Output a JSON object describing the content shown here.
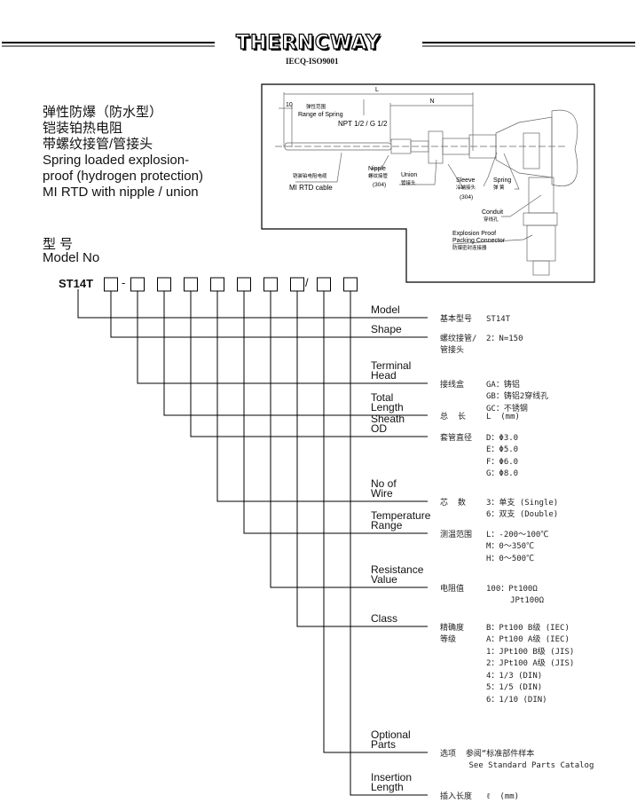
{
  "header": {
    "logo": "THERNCWAY",
    "certification": "IECQ-ISO9001"
  },
  "title_lines": [
    "弹性防爆（防水型）",
    "铠装铂热电阻",
    "带螺纹接管/管接头",
    "Spring loaded explosion-",
    "proof (hydrogen protection)",
    "MI RTD with nipple / union"
  ],
  "model": {
    "heading_cn": "型  号",
    "heading_en": "Model No",
    "code": "ST14T",
    "separators": [
      "-",
      "/"
    ]
  },
  "diagram": {
    "L": "L",
    "N": "N",
    "ten": "10",
    "spring_range_cn": "弹性范围",
    "spring_range": "Range of Spring",
    "thread": "NPT 1/2 / G 1/2",
    "cable_cn": "铠装铂电阻电缆",
    "cable": "MI RTD cable",
    "nipple": "Nipple",
    "nipple_cn": "螺纹接管",
    "nipple_mat": "(304)",
    "union": "Union",
    "union_cn": "管接头",
    "sleeve": "Sleeve",
    "sleeve_cn": "冷端接头",
    "sleeve_mat": "(304)",
    "spring": "Spring",
    "spring_cn": "弹 簧",
    "conduit": "Conduit",
    "conduit_cn": "穿线孔",
    "connector1": "Explosion Proof",
    "connector2": "Packing Connector",
    "connector_cn": "防爆密封连接器"
  },
  "rows": [
    {
      "label": "Model",
      "desc": "基本型号",
      "values": "ST14T"
    },
    {
      "label": "Shape",
      "desc": "螺纹接管/\n管接头",
      "values": "2：N=150"
    },
    {
      "label": "Terminal\nHead",
      "desc": "接线盒",
      "values": "GA：铸铝\nGB：铸铝2穿线孔\nGC：不锈钢"
    },
    {
      "label": "Total\nLength",
      "desc": "总  长",
      "values": "L  (mm)"
    },
    {
      "label": "Sheath\nOD",
      "desc": "套管直径",
      "values": "D：Φ3.0\nE：Φ5.0\nF：Φ6.0\nG：Φ8.0"
    },
    {
      "label": "No of\nWire",
      "desc": "芯  数",
      "values": "3：单支 (Single)\n6：双支 (Double)"
    },
    {
      "label": "Temperature\nRange",
      "desc": "测温范围",
      "values": "L：-200～100℃\nM：0～350℃\nH：0～500℃"
    },
    {
      "label": "Resistance\nValue",
      "desc": "电阻值",
      "values": "100：Pt100Ω\n     JPt100Ω"
    },
    {
      "label": "Class",
      "desc": "精确度\n等级",
      "values": "B：Pt100 B级 (IEC)\nA：Pt100 A级 (IEC)\n1：JPt100 B级 (JIS)\n2：JPt100 A级 (JIS)\n4：1/3 (DIN)\n5：1/5 (DIN)\n6：1/10 (DIN)"
    },
    {
      "label": "Optional\nParts",
      "desc": "选项  参阅“标准部件样本\n      See Standard Parts Catalog",
      "values": ""
    },
    {
      "label": "Insertion\nLength",
      "desc": "插入长度   ℓ  (mm)",
      "values": ""
    }
  ]
}
